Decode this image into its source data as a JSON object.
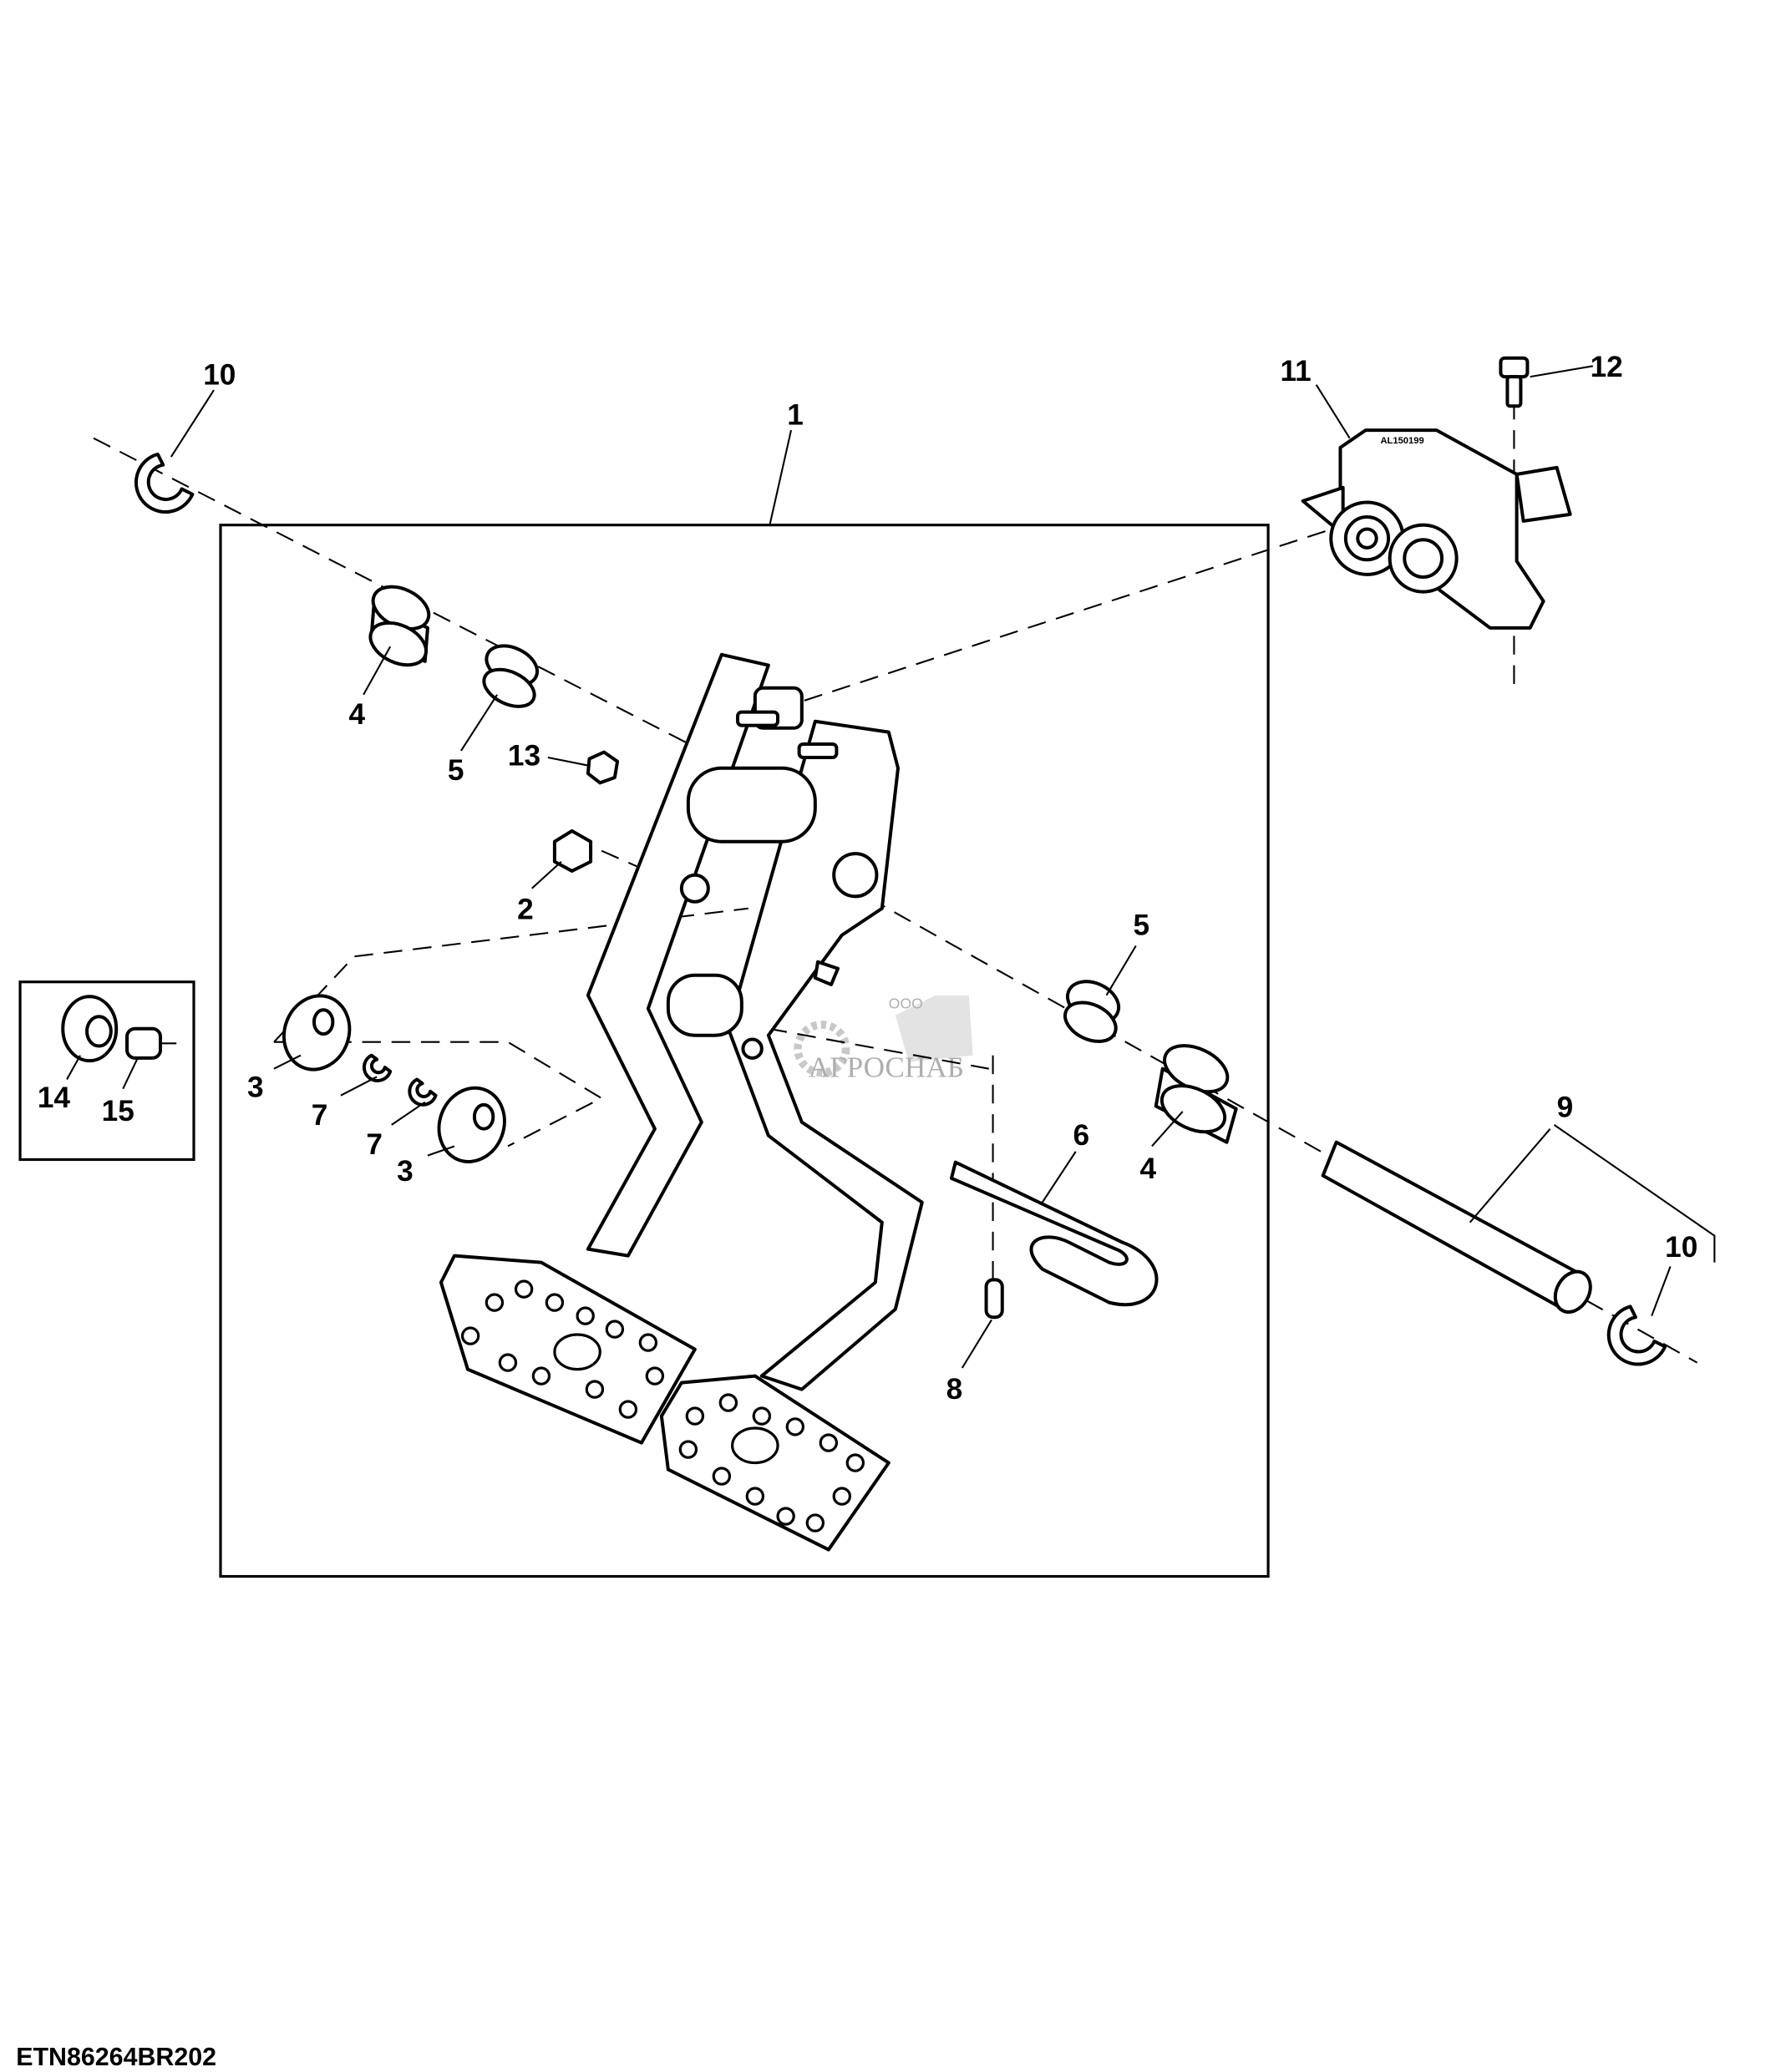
{
  "diagram": {
    "reference_code": "ETN86264BR202",
    "part_marking": "AL150199",
    "watermark": {
      "prefix": "ООО",
      "name": "АГРОСНАБ"
    },
    "callouts": {
      "c1": "1",
      "c2": "2",
      "c3a": "3",
      "c3b": "3",
      "c4a": "4",
      "c4b": "4",
      "c5a": "5",
      "c5b": "5",
      "c6": "6",
      "c7a": "7",
      "c7b": "7",
      "c8": "8",
      "c9": "9",
      "c10a": "10",
      "c10b": "10",
      "c11": "11",
      "c12": "12",
      "c13": "13",
      "c14": "14",
      "c15": "15"
    }
  }
}
